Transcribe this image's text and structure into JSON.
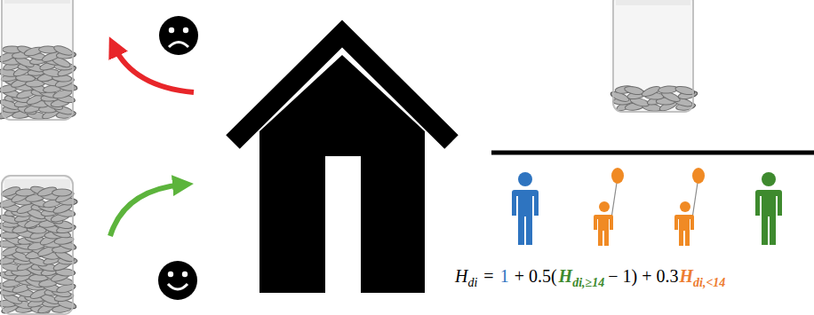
{
  "diagram": {
    "labels": [
      "H",
      "di",
      "=",
      "1",
      "+ 0.5(",
      "H",
      "di,≥14",
      "− 1) + 0.3",
      "H",
      "di,<14"
    ]
  }
}
